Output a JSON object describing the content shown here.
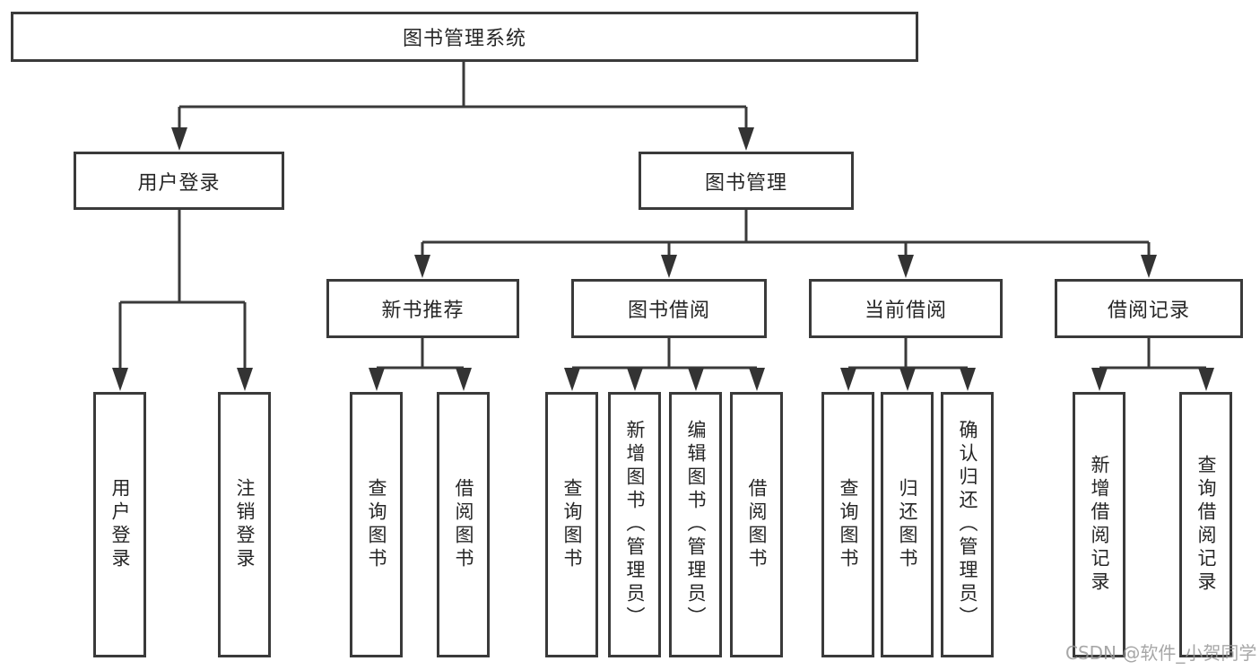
{
  "colors": {
    "background": "#ffffff",
    "line": "#3a3a3a",
    "box_border": "#3a3a3a",
    "text": "#262626",
    "watermark": "#989898"
  },
  "tree": {
    "label": "图书管理系统",
    "children": [
      {
        "label": "用户登录",
        "children": [
          {
            "label": "用户登录"
          },
          {
            "label": "注销登录"
          }
        ]
      },
      {
        "label": "图书管理",
        "children": [
          {
            "label": "新书推荐",
            "children": [
              {
                "label": "查询图书"
              },
              {
                "label": "借阅图书"
              }
            ]
          },
          {
            "label": "图书借阅",
            "children": [
              {
                "label": "查询图书"
              },
              {
                "label": "新增图书（管理员）"
              },
              {
                "label": "编辑图书（管理员）"
              },
              {
                "label": "借阅图书"
              }
            ]
          },
          {
            "label": "当前借阅",
            "children": [
              {
                "label": "查询图书"
              },
              {
                "label": "归还图书"
              },
              {
                "label": "确认归还（管理员）"
              }
            ]
          },
          {
            "label": "借阅记录",
            "children": [
              {
                "label": "新增借阅记录"
              },
              {
                "label": "查询借阅记录"
              }
            ]
          }
        ]
      }
    ]
  },
  "watermark": {
    "text": "CSDN @软件_小贺同学"
  }
}
